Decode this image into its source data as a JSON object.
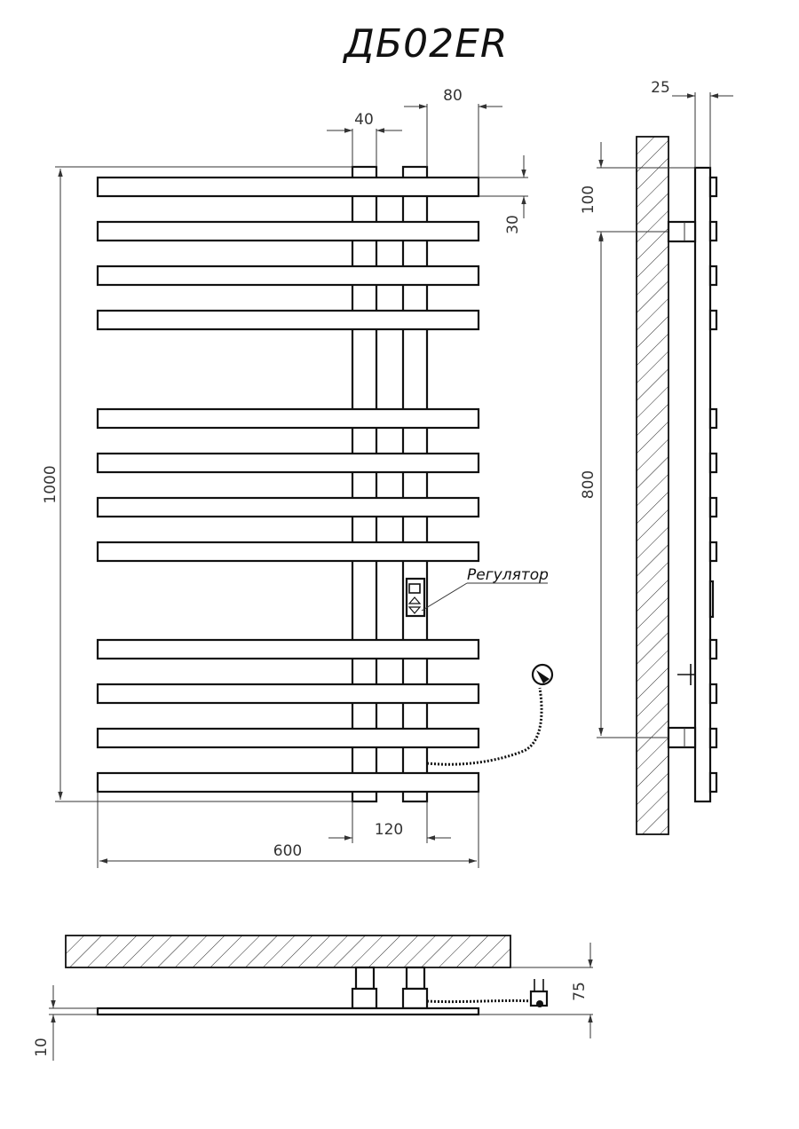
{
  "title": "ДБ02ER",
  "regulator_label": "Регулятор",
  "dimensions": {
    "top_gap": "40",
    "collector_width": "80",
    "bar_height": "30",
    "total_height": "1000",
    "collector_spacing": "120",
    "total_width": "600",
    "wall_gap": "25",
    "top_offset": "100",
    "center_distance": "800",
    "depth": "75",
    "bar_thickness": "10"
  },
  "colors": {
    "line": "#111111",
    "dimension": "#333333",
    "background": "#ffffff"
  }
}
